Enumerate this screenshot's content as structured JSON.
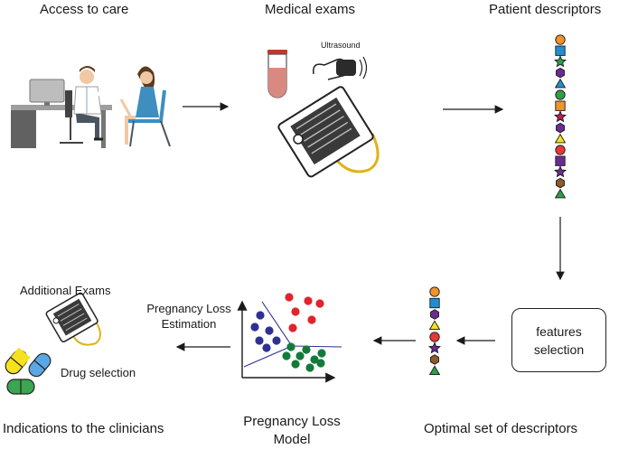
{
  "stages": {
    "access": "Access to care",
    "exams": "Medical exams",
    "ultrasound": "Ultrasound",
    "descriptors": "Patient descriptors",
    "features_line1": "features",
    "features_line2": "selection",
    "optimal": "Optimal set of descriptors",
    "model_line1": "Pregnancy Loss",
    "model_line2": "Model",
    "estimation_line1": "Pregnancy Loss",
    "estimation_line2": "Estimation",
    "additional": "Additional Exams",
    "drug": "Drug selection",
    "indications": "Indications to the clinicians"
  },
  "descriptors_full": [
    {
      "shape": "circle",
      "color": "#f0932b"
    },
    {
      "shape": "square",
      "color": "#1f8fd0"
    },
    {
      "shape": "star",
      "color": "#2e9e4a"
    },
    {
      "shape": "hexagon",
      "color": "#6a2c91"
    },
    {
      "shape": "triangle",
      "color": "#1f8fd0"
    },
    {
      "shape": "circle",
      "color": "#2e9e4a"
    },
    {
      "shape": "square",
      "color": "#f0932b"
    },
    {
      "shape": "star",
      "color": "#c2185b"
    },
    {
      "shape": "hexagon",
      "color": "#6a2c91"
    },
    {
      "shape": "triangle",
      "color": "#f5e21c"
    },
    {
      "shape": "circle",
      "color": "#e53935"
    },
    {
      "shape": "square",
      "color": "#6a2c91"
    },
    {
      "shape": "star",
      "color": "#6a2c91"
    },
    {
      "shape": "hexagon",
      "color": "#8d5a2b"
    },
    {
      "shape": "triangle",
      "color": "#2e9e4a"
    }
  ],
  "descriptors_optimal": [
    {
      "shape": "circle",
      "color": "#f0932b"
    },
    {
      "shape": "square",
      "color": "#1f8fd0"
    },
    {
      "shape": "hexagon",
      "color": "#6a2c91"
    },
    {
      "shape": "triangle",
      "color": "#f5e21c"
    },
    {
      "shape": "circle",
      "color": "#e53935"
    },
    {
      "shape": "star",
      "color": "#6a2c91"
    },
    {
      "shape": "hexagon",
      "color": "#8d5a2b"
    },
    {
      "shape": "triangle",
      "color": "#2e9e4a"
    }
  ],
  "model_plot_colors": {
    "red": "#e0242e",
    "blue": "#2e3192",
    "green": "#137a3a",
    "boundary": "#2e3192"
  }
}
